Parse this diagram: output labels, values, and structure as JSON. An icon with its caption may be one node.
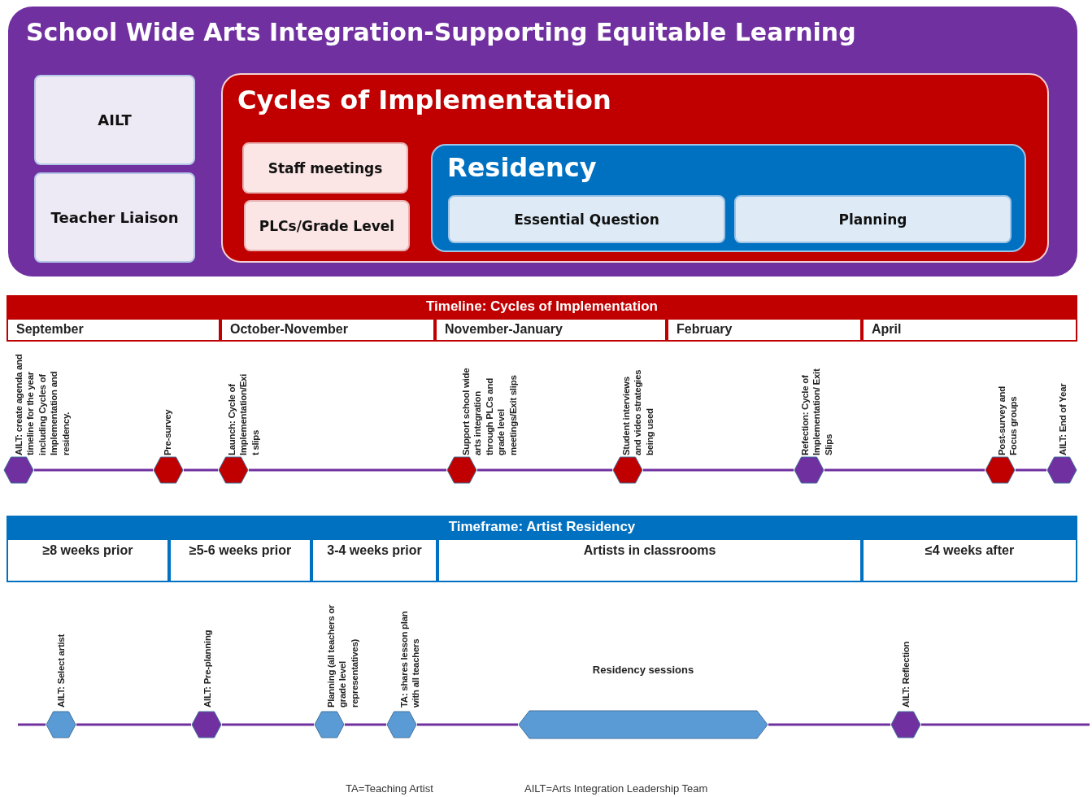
{
  "diagram": {
    "nodes": [
      {
        "text": [
          "School Wide Arts Integration-Supporting Equitable Learning"
        ]
      },
      {
        "text": [
          "AILT"
        ],
        "in": 0
      },
      {
        "text": [
          "Teacher Liaison"
        ],
        "in": 0
      },
      {
        "text": [
          "Cycles of Implementation"
        ],
        "in": 0
      },
      {
        "text": [
          "Staff meetings"
        ],
        "in": 3
      },
      {
        "text": [
          "PLCs/Grade Level"
        ],
        "in": 3
      },
      {
        "text": [
          "Residency"
        ],
        "in": 3
      },
      {
        "text": [
          "Essential Question"
        ],
        "in": 6
      },
      {
        "text": [
          "Planning"
        ],
        "in": 6
      },
      {
        "text": [],
        "shape": "hexagon",
        "beside": [
          "AILT: create agenda and timeline for the year including Cycles of Implementation and residency."
        ]
      },
      {
        "text": [],
        "shape": "hexagon",
        "beside": [
          "Pre-survey"
        ]
      },
      {
        "text": [],
        "shape": "hexagon",
        "beside": [
          "Launch: Cycle of Implementation/Exi t slips"
        ]
      },
      {
        "text": [],
        "shape": "hexagon",
        "beside": [
          "Support school wide arts integration through PLCs and grade level meetings/Exit slips"
        ]
      },
      {
        "text": [],
        "shape": "hexagon",
        "beside": [
          "Student interviews and video strategies being used"
        ]
      },
      {
        "text": [],
        "shape": "hexagon",
        "beside": [
          "Refection:  Cycle of Implementation/ Exit Slips"
        ]
      },
      {
        "text": [],
        "shape": "hexagon",
        "beside": [
          "Post-survey and Focus groups"
        ]
      },
      {
        "text": [],
        "shape": "hexagon",
        "beside": [
          "AILT:  End of Year"
        ]
      },
      {
        "text": [],
        "shape": "hexagon",
        "beside": [
          "AILT: Select artist"
        ]
      },
      {
        "text": [],
        "shape": "hexagon",
        "beside": [
          "AILT: Pre-planning"
        ]
      },
      {
        "text": [],
        "shape": "hexagon",
        "beside": [
          "Planning (all teachers or grade level representatives)"
        ]
      },
      {
        "text": [],
        "shape": "hexagon",
        "beside": [
          "TA: shares lesson plan with all teachers"
        ]
      },
      {
        "text": [],
        "shape": "hexagon",
        "beside": [
          "Residency sessions"
        ]
      },
      {
        "text": [],
        "shape": "hexagon",
        "beside": [
          "AILT: Reflection"
        ]
      }
    ],
    "edges": [
      {
        "from": 9,
        "to": 10,
        "arrow": "none"
      },
      {
        "from": 10,
        "to": 11,
        "arrow": "none"
      },
      {
        "from": 11,
        "to": 12,
        "arrow": "none"
      },
      {
        "from": 12,
        "to": 13,
        "arrow": "none"
      },
      {
        "from": 13,
        "to": 14,
        "arrow": "none"
      },
      {
        "from": 14,
        "to": 15,
        "arrow": "none"
      },
      {
        "from": 15,
        "to": 16,
        "arrow": "none"
      },
      {
        "from": null,
        "to": 17,
        "arrow": "none"
      },
      {
        "from": 17,
        "to": 18,
        "arrow": "none"
      },
      {
        "from": 18,
        "to": 19,
        "arrow": "none"
      },
      {
        "from": 19,
        "to": 20,
        "arrow": "none"
      },
      {
        "from": 20,
        "to": 21,
        "arrow": "none"
      },
      {
        "from": 21,
        "to": 22,
        "arrow": "none"
      },
      {
        "from": 22,
        "to": null,
        "arrow": "none"
      }
    ],
    "labels": [
      "Timeline: Cycles of Implementation",
      "September",
      "October-November",
      "November-January",
      "February",
      "April",
      "Timeframe: Artist Residency",
      "≥8 weeks prior",
      "≥5-6 weeks prior",
      "3-4 weeks prior",
      "Artists in classrooms",
      "≤4 weeks after",
      "TA=Teaching Artist",
      "AILT=Arts Integration Leadership Team"
    ]
  }
}
